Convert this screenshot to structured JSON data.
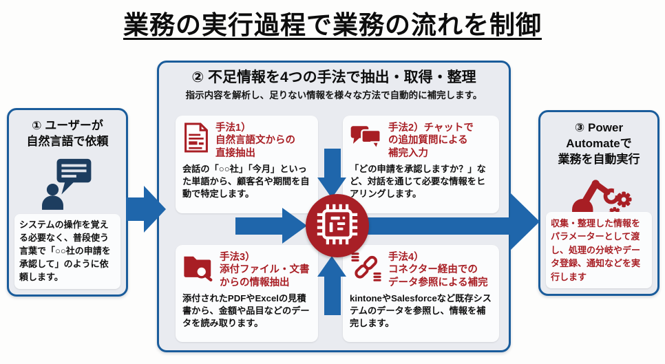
{
  "title": "業務の実行過程で業務の流れを制御",
  "left_panel": {
    "heading": "① ユーザーが\n自然言語で依頼",
    "body": "システムの操作を覚える必要なく、普段使う言葉で「○○社の申請を承認して」のように依頼します。",
    "icon": "user-chat-icon"
  },
  "center_panel": {
    "heading": "② 不足情報を4つの手法で抽出・取得・整理",
    "subheading": "指示内容を解析し、足りない情報を様々な方法で自動的に補完します。",
    "methods": [
      {
        "title": "手法1）\n自然言語文からの\n直接抽出",
        "body": "会話の「○○社」「今月」といった単語から、顧客名や期間を自動で特定します。",
        "icon": "document-icon"
      },
      {
        "title": "手法2）チャットで\nの追加質問による\n補完入力",
        "body": "「どの申請を承認しますか？」など、対話を通じて必要な情報をヒアリングします。",
        "icon": "chat-bubbles-icon"
      },
      {
        "title": "手法3）\n添付ファイル・文書\nからの情報抽出",
        "body": "添付されたPDFやExcelの見積書から、金額や品目などのデータを読み取ります。",
        "icon": "folder-search-icon"
      },
      {
        "title": "手法4）\nコネクター経由での\nデータ参照による補完",
        "body": "kintoneやSalesforceなど既存システムのデータを参照し、情報を補完します。",
        "icon": "connector-link-icon"
      }
    ],
    "hub_icon": "cpu-chip-icon"
  },
  "right_panel": {
    "heading": "③ Power\nAutomateで\n業務を自動実行",
    "body": "収集・整理した情報をパラメーターとして渡し、処理の分岐やデータ登録、通知などを実行します",
    "icon": "robot-arm-gears-icon"
  },
  "colors": {
    "border_blue": "#1a5c9b",
    "arrow_blue": "#1f66ab",
    "accent_red": "#a81e24",
    "icon_navy": "#1d3d5f",
    "panel_fill": "#e9ebf0"
  }
}
